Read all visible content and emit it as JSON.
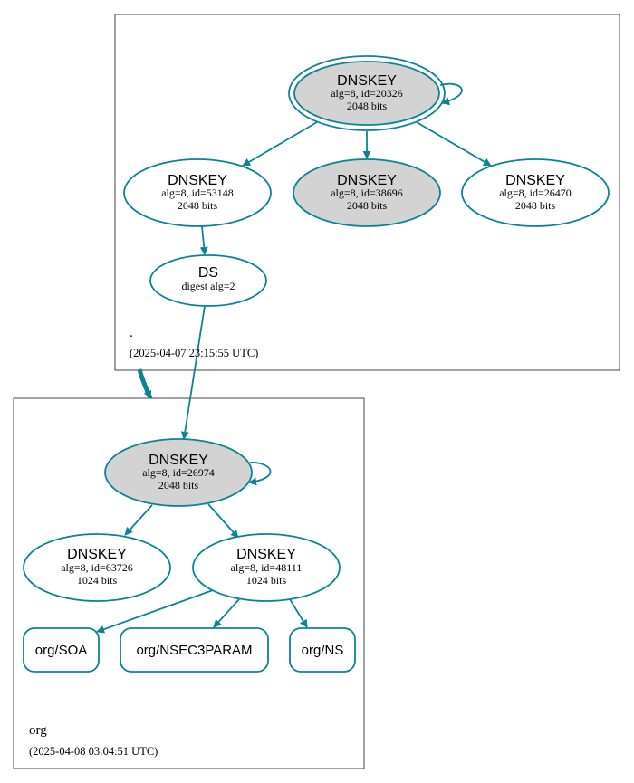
{
  "colors": {
    "edge": "#0a8494",
    "sep_fill": "#d3d3d3",
    "node_fill": "#ffffff"
  },
  "root_zone": {
    "name": ".",
    "timestamp": "(2025-04-07 23:15:55 UTC)",
    "ksk": {
      "type": "DNSKEY",
      "info": "alg=8, id=20326",
      "size": "2048 bits"
    },
    "zsk_a": {
      "type": "DNSKEY",
      "info": "alg=8, id=53148",
      "size": "2048 bits"
    },
    "zsk_b": {
      "type": "DNSKEY",
      "info": "alg=8, id=38696",
      "size": "2048 bits"
    },
    "zsk_c": {
      "type": "DNSKEY",
      "info": "alg=8, id=26470",
      "size": "2048 bits"
    },
    "ds": {
      "type": "DS",
      "info": "digest alg=2"
    }
  },
  "org_zone": {
    "name": "org",
    "timestamp": "(2025-04-08 03:04:51 UTC)",
    "ksk": {
      "type": "DNSKEY",
      "info": "alg=8, id=26974",
      "size": "2048 bits"
    },
    "zsk_a": {
      "type": "DNSKEY",
      "info": "alg=8, id=63726",
      "size": "1024 bits"
    },
    "zsk_b": {
      "type": "DNSKEY",
      "info": "alg=8, id=48111",
      "size": "1024 bits"
    },
    "rrsets": {
      "soa": "org/SOA",
      "nsec3param": "org/NSEC3PARAM",
      "ns": "org/NS"
    }
  }
}
